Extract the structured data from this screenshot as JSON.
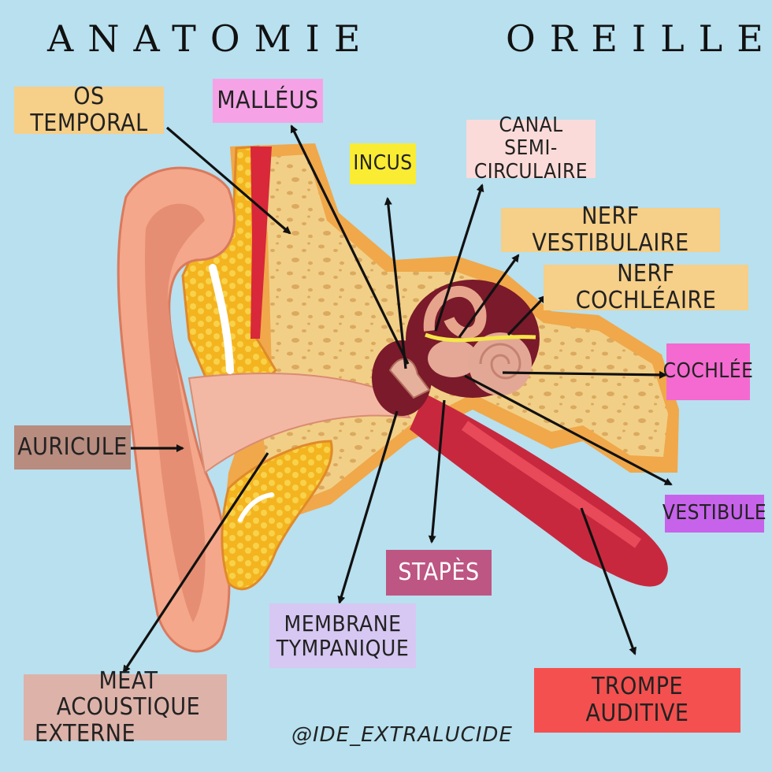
{
  "title": {
    "left": "ANATOMIE",
    "right": "OREILLE"
  },
  "labels": {
    "os_temporal": "OS TEMPORAL",
    "malleus": "MALLÉUS",
    "incus": "INCUS",
    "canal_semi_circulaire": [
      "CANAL SEMI-",
      "CIRCULAIRE"
    ],
    "nerf_vestibulaire": "NERF VESTIBULAIRE",
    "nerf_cochleaire": "NERF COCHLÉAIRE",
    "cochlee": "COCHLÉE",
    "auricule": "AURICULE",
    "vestibule": "VESTIBULE",
    "stapes": "STAPÈS",
    "membrane_tympanique": [
      "MEMBRANE",
      "TYMPANIQUE"
    ],
    "meat_acoustique_externe": [
      "MÉAT ACOUSTIQUE",
      "EXTERNE"
    ],
    "trompe_auditive": "TROMPE AUDITIVE"
  },
  "credit": "@IDE_EXTRALUCIDE",
  "colors": {
    "background": "#b8e0ef",
    "orange": "#f6cf88",
    "pink": "#f5a3e6",
    "yellow": "#f9ec33",
    "light_pink": "#fbdbd9",
    "magenta": "#f46ad0",
    "brown": "#b88c7f",
    "purple": "#c663ea",
    "raspberry": "#bd5683",
    "lavender": "#d6c8f2",
    "taupe": "#ddb2a9",
    "red": "#f4504f"
  }
}
